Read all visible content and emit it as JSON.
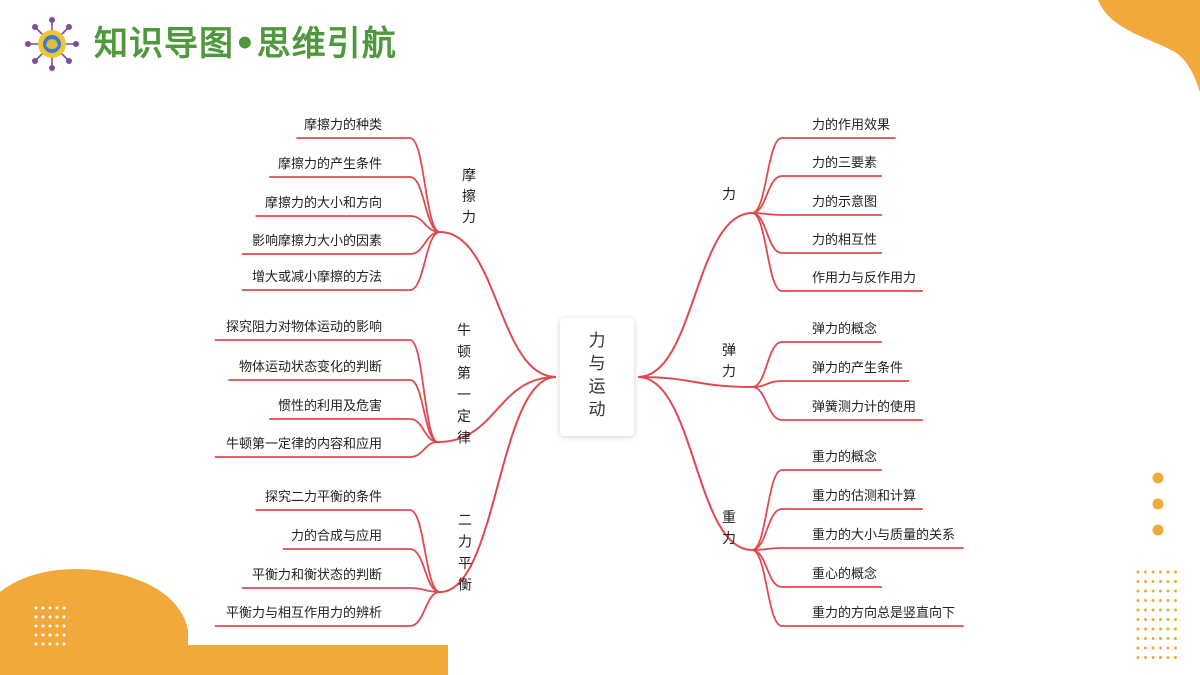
{
  "page_title": "知识导图•思维引航",
  "colors": {
    "title_green": "#4e9a3b",
    "line_red": "#e04a4f",
    "accent_orange": "#f2a93b",
    "logo_yellow": "#f4c430",
    "logo_blue": "#3a7ec9",
    "logo_purple": "#7b4da0"
  },
  "icons": {
    "logo": "brain-network-icon"
  },
  "mindmap": {
    "center": "力与运动",
    "left": [
      {
        "label": "摩擦力",
        "leaves": [
          "摩擦力的种类",
          "摩擦力的产生条件",
          "摩擦力的大小和方向",
          "影响摩擦力大小的因素",
          "增大或减小摩擦的方法"
        ]
      },
      {
        "label": "牛顿第一定律",
        "leaves": [
          "探究阻力对物体运动的影响",
          "物体运动状态变化的判断",
          "惯性的利用及危害",
          "牛顿第一定律的内容和应用"
        ]
      },
      {
        "label": "二力平衡",
        "leaves": [
          "探究二力平衡的条件",
          "力的合成与应用",
          "平衡力和衡状态的判断",
          "平衡力与相互作用力的辨析"
        ]
      }
    ],
    "right": [
      {
        "label": "力",
        "leaves": [
          "力的作用效果",
          "力的三要素",
          "力的示意图",
          "力的相互性",
          "作用力与反作用力"
        ]
      },
      {
        "label": "弹力",
        "leaves": [
          "弹力的概念",
          "弹力的产生条件",
          "弹簧测力计的使用"
        ]
      },
      {
        "label": "重力",
        "leaves": [
          "重力的概念",
          "重力的估测和计算",
          "重力的大小与质量的关系",
          "重心的概念",
          "重力的方向总是竖直向下"
        ]
      }
    ]
  }
}
